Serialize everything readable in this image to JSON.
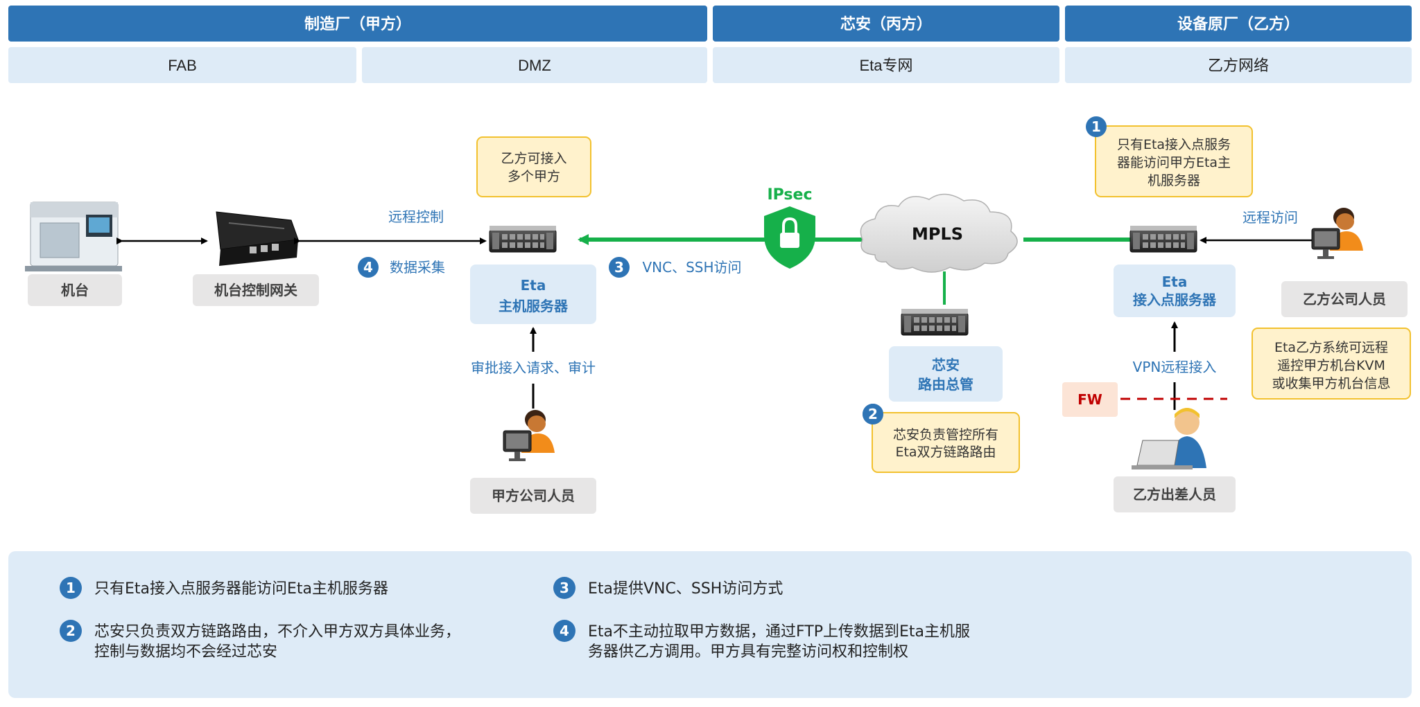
{
  "headers": [
    "制造厂（甲方）",
    "芯安（丙方）",
    "设备原厂（乙方）"
  ],
  "zones": [
    "FAB",
    "DMZ",
    "Eta专网",
    "乙方网络"
  ],
  "nodes": {
    "machine": "机台",
    "gateway": "机台控制网关",
    "host_server": [
      "Eta",
      "主机服务器"
    ],
    "jia_staff": "甲方公司人员",
    "router": [
      "芯安",
      "路由总管"
    ],
    "access_server": [
      "Eta",
      "接入点服务器"
    ],
    "yi_staff": "乙方公司人员",
    "yi_travel": "乙方出差人员",
    "fw": "FW",
    "mpls": "MPLS",
    "ipsec": "IPsec"
  },
  "labels": {
    "remote_control": "远程控制",
    "data_collect": "数据采集",
    "vnc_ssh": "VNC、SSH访问",
    "approve": "审批接入请求、审计",
    "remote_access": "远程访问",
    "vpn": "VPN远程接入"
  },
  "notes": {
    "multi": [
      "乙方可接入",
      "多个甲方"
    ],
    "only_eta": [
      "只有Eta接入点服务",
      "器能访问甲方Eta主",
      "机服务器"
    ],
    "xinan": [
      "芯安负责管控所有",
      "Eta双方链路路由"
    ],
    "kvm": [
      "Eta乙方系统可远程",
      "遥控甲方机台KVM",
      "或收集甲方机台信息"
    ]
  },
  "legend": [
    {
      "num": "1",
      "lines": [
        "只有Eta接入点服务器能访问Eta主机服务器"
      ]
    },
    {
      "num": "2",
      "lines": [
        "芯安只负责双方链路路由，不介入甲方双方具体业务，",
        "控制与数据均不会经过芯安"
      ]
    },
    {
      "num": "3",
      "lines": [
        "Eta提供VNC、SSH访问方式"
      ]
    },
    {
      "num": "4",
      "lines": [
        "Eta不主动拉取甲方数据，通过FTP上传数据到Eta主机服",
        "务器供乙方调用。甲方具有完整访问权和控制权"
      ]
    }
  ],
  "markers": [
    "1",
    "2",
    "3",
    "4"
  ],
  "colors": {
    "header_blue": "#2e74b5",
    "zone_bg": "#deebf7",
    "accent_green": "#16b04a",
    "note_border": "#f2c12e",
    "note_bg": "#fff2cc",
    "fw_bg": "#fce4d6",
    "fw_text": "#c00000",
    "icon_blue": "#2e74b5"
  }
}
